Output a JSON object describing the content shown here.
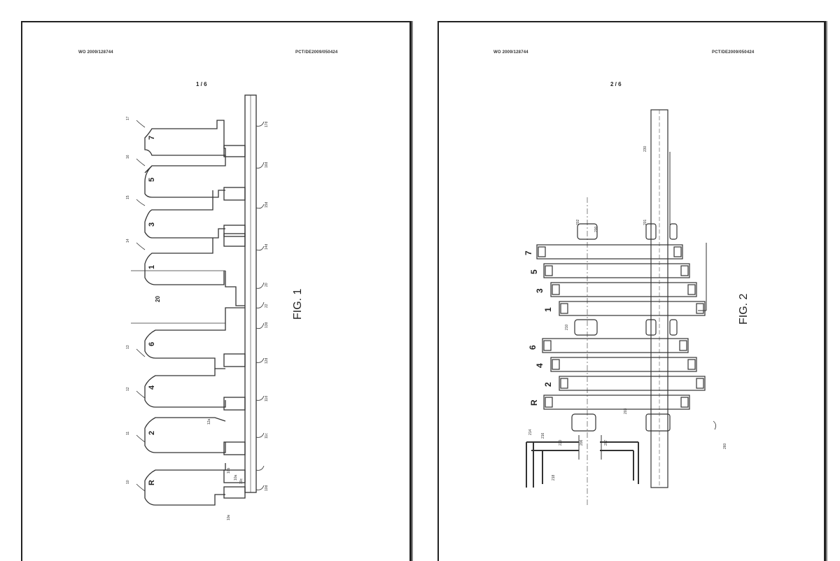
{
  "pages": [
    {
      "header_left": "WO 2009/128744",
      "header_right": "PCT/DE2009/050424",
      "page_number": "1 / 6",
      "figure_label": "FIG. 1",
      "center_label": "20",
      "gear_labels": [
        "7",
        "5",
        "3",
        "1",
        "6",
        "4",
        "2",
        "R"
      ],
      "ref_left": [
        "17",
        "16",
        "15",
        "14",
        "13",
        "12",
        "11",
        "10"
      ],
      "ref_right": [
        "17d",
        "16d",
        "15d",
        "14d",
        "20",
        "22",
        "13d",
        "12d",
        "11d",
        "11c",
        "10d"
      ],
      "ref_extra": [
        "12a",
        "10b",
        "10a",
        "10c",
        "10e"
      ]
    },
    {
      "header_left": "WO 2009/128744",
      "header_right": "PCT/DE2009/050424",
      "page_number": "2 / 6",
      "figure_label": "FIG. 2",
      "gear_labels": [
        "7",
        "5",
        "3",
        "1",
        "6",
        "4",
        "2",
        "R"
      ],
      "ref_labels": [
        "230",
        "202",
        "201",
        "200",
        "210",
        "214",
        "216",
        "218",
        "220",
        "260",
        "206",
        "207",
        "203"
      ]
    }
  ]
}
